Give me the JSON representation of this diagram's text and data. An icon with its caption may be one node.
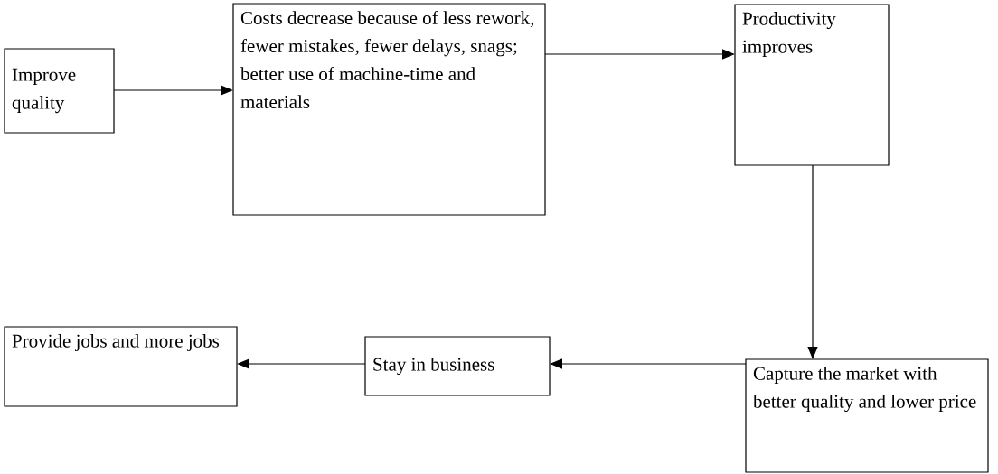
{
  "diagram": {
    "nodes": [
      {
        "text": [
          "Improve quality"
        ]
      },
      {
        "text": [
          "Costs decrease because of less rework, fewer mistakes, fewer delays, snags; better use of machine-time and materials"
        ]
      },
      {
        "text": [
          "Productivity improves"
        ]
      },
      {
        "text": [
          "Capture the market with better quality and lower price"
        ]
      },
      {
        "text": [
          "Stay in business"
        ]
      },
      {
        "text": [
          "Provide jobs and more jobs"
        ]
      }
    ],
    "edges": [
      {
        "from": 0,
        "to": 1,
        "arrow": "to"
      },
      {
        "from": 1,
        "to": 2,
        "arrow": "to"
      },
      {
        "from": 2,
        "to": 3,
        "arrow": "to"
      },
      {
        "from": 3,
        "to": 4,
        "arrow": "to"
      },
      {
        "from": 4,
        "to": 5,
        "arrow": "to"
      }
    ]
  }
}
